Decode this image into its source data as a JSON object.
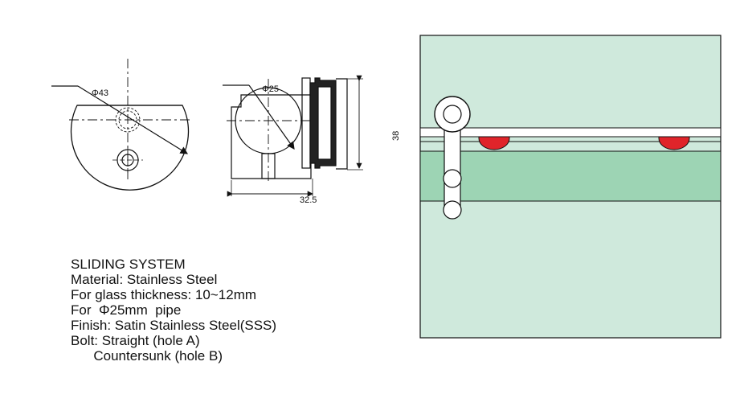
{
  "dimensions": {
    "front_diameter": "Φ43",
    "side_diameter": "Φ25",
    "width": "32.5",
    "height": "38"
  },
  "spec": {
    "title": "SLIDING SYSTEM",
    "material": "Material: Stainless Steel",
    "glass": "For glass thickness: 10~12mm",
    "pipe": "For  Φ25mm  pipe",
    "finish": "Finish: Satin Stainless Steel(SSS)",
    "bolt": "Bolt: Straight (hole A)",
    "bolt2": "      Countersunk (hole B)"
  },
  "colors": {
    "glass": "#cfe9dc",
    "rail_band": "#9dd4b4",
    "roller": "#e0242a",
    "line": "#111111"
  }
}
